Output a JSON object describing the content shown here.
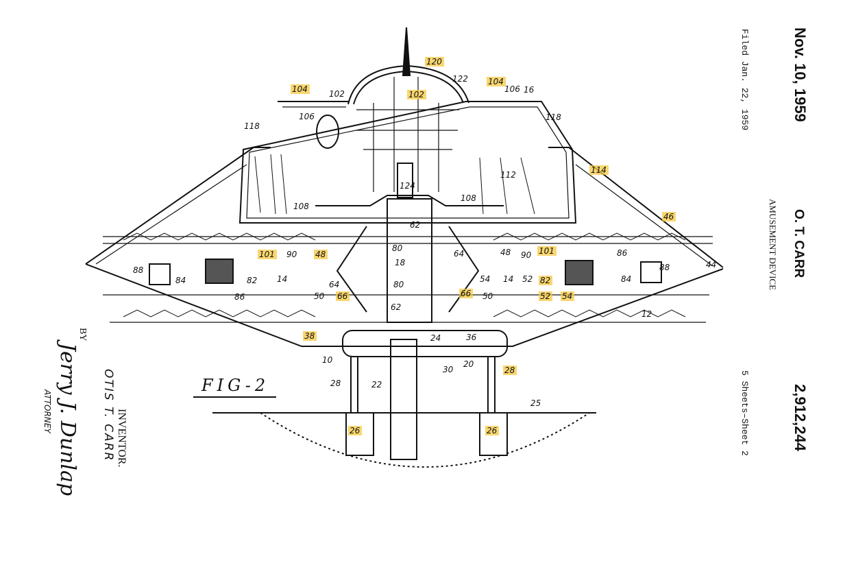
{
  "header": {
    "date": "Nov. 10, 1959",
    "filed": "Filed Jan. 22, 1959",
    "inventor_short": "O. T. CARR",
    "title": "AMUSEMENT DEVICE",
    "patent_number": "2,912,244",
    "sheets": "5 Sheets–Sheet 2"
  },
  "figure": {
    "label": "FIG-2"
  },
  "signature_block": {
    "inventor_heading": "INVENTOR.",
    "inventor_name": "OTIS T. CARR",
    "by": "BY",
    "signature": "Jerry J. Dunlap",
    "attorney": "ATTORNEY"
  },
  "highlight_color": "#f5c842",
  "labels": [
    {
      "text": "120",
      "highlighted": true
    },
    {
      "text": "122",
      "highlighted": false
    },
    {
      "text": "104",
      "highlighted": true
    },
    {
      "text": "102",
      "highlighted": false
    },
    {
      "text": "104",
      "highlighted": true
    },
    {
      "text": "106",
      "highlighted": false
    },
    {
      "text": "16",
      "highlighted": false
    },
    {
      "text": "102",
      "highlighted": true
    },
    {
      "text": "106",
      "highlighted": false
    },
    {
      "text": "118",
      "highlighted": false
    },
    {
      "text": "118",
      "highlighted": false
    },
    {
      "text": "114",
      "highlighted": true
    },
    {
      "text": "112",
      "highlighted": false
    },
    {
      "text": "124",
      "highlighted": false
    },
    {
      "text": "108",
      "highlighted": false
    },
    {
      "text": "108",
      "highlighted": false
    },
    {
      "text": "62",
      "highlighted": false
    },
    {
      "text": "46",
      "highlighted": true
    },
    {
      "text": "101",
      "highlighted": true
    },
    {
      "text": "90",
      "highlighted": false
    },
    {
      "text": "48",
      "highlighted": true
    },
    {
      "text": "80",
      "highlighted": false
    },
    {
      "text": "18",
      "highlighted": false
    },
    {
      "text": "64",
      "highlighted": false
    },
    {
      "text": "48",
      "highlighted": false
    },
    {
      "text": "90",
      "highlighted": false
    },
    {
      "text": "101",
      "highlighted": true
    },
    {
      "text": "86",
      "highlighted": false
    },
    {
      "text": "88",
      "highlighted": false
    },
    {
      "text": "84",
      "highlighted": false
    },
    {
      "text": "82",
      "highlighted": false
    },
    {
      "text": "14",
      "highlighted": false
    },
    {
      "text": "64",
      "highlighted": false
    },
    {
      "text": "80",
      "highlighted": false
    },
    {
      "text": "54",
      "highlighted": false
    },
    {
      "text": "14",
      "highlighted": false
    },
    {
      "text": "52",
      "highlighted": false
    },
    {
      "text": "82",
      "highlighted": true
    },
    {
      "text": "84",
      "highlighted": false
    },
    {
      "text": "88",
      "highlighted": false
    },
    {
      "text": "44",
      "highlighted": false
    },
    {
      "text": "86",
      "highlighted": false
    },
    {
      "text": "50",
      "highlighted": false
    },
    {
      "text": "66",
      "highlighted": true
    },
    {
      "text": "66",
      "highlighted": true
    },
    {
      "text": "50",
      "highlighted": false
    },
    {
      "text": "52",
      "highlighted": true
    },
    {
      "text": "54",
      "highlighted": true
    },
    {
      "text": "62",
      "highlighted": false
    },
    {
      "text": "12",
      "highlighted": false
    },
    {
      "text": "38",
      "highlighted": true
    },
    {
      "text": "24",
      "highlighted": false
    },
    {
      "text": "36",
      "highlighted": false
    },
    {
      "text": "10",
      "highlighted": false
    },
    {
      "text": "20",
      "highlighted": false
    },
    {
      "text": "30",
      "highlighted": false
    },
    {
      "text": "28",
      "highlighted": false
    },
    {
      "text": "28",
      "highlighted": true
    },
    {
      "text": "22",
      "highlighted": false
    },
    {
      "text": "25",
      "highlighted": false
    },
    {
      "text": "26",
      "highlighted": true
    },
    {
      "text": "26",
      "highlighted": true
    }
  ]
}
